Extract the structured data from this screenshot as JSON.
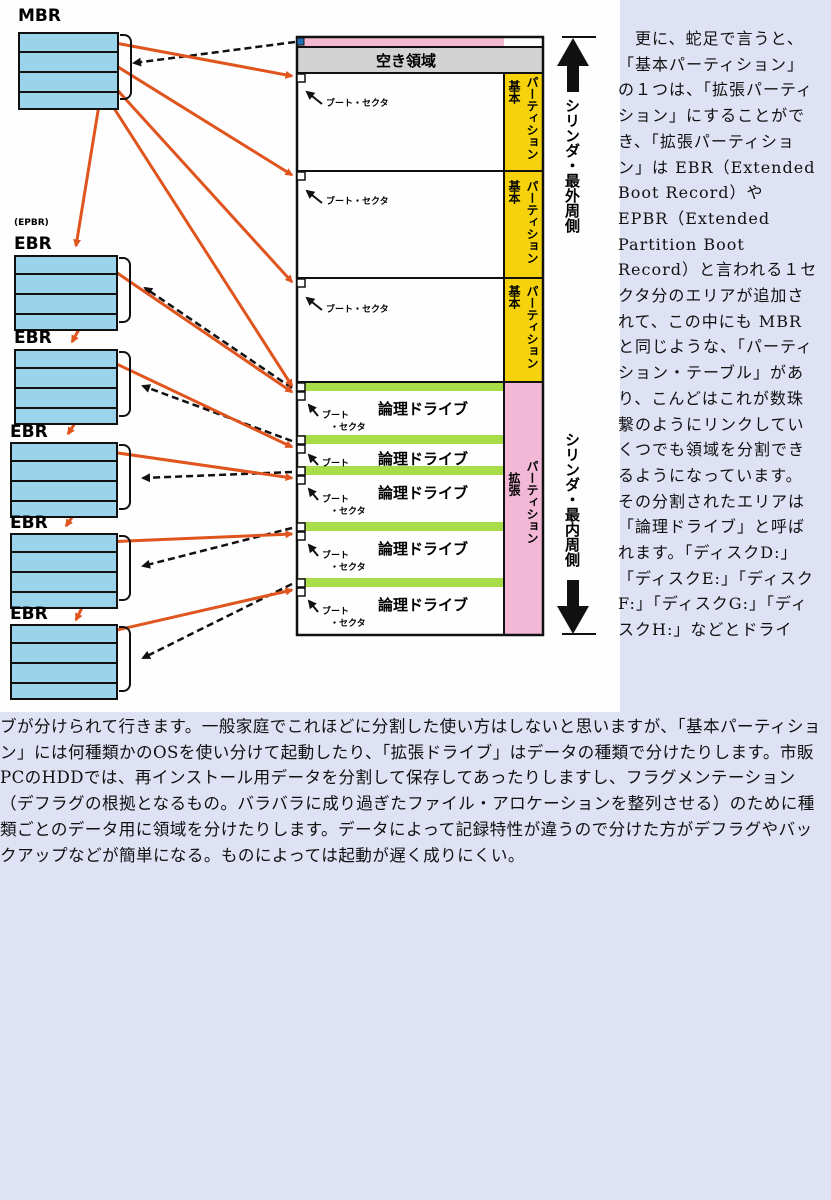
{
  "diagram": {
    "mbr_label": "MBR",
    "epbr_label": "(EPBR)",
    "ebr_label": "EBR",
    "free_space": "空き領域",
    "boot_sector": "ブート・セクタ",
    "boot_sector_l1": "ブート",
    "boot_sector_l2": "・セクタ",
    "logical_drive": "論理ドライブ",
    "basic_1": "基本",
    "basic_2": "パーティション",
    "extended_1": "拡張",
    "extended_2": "パーティション",
    "cylinder_outer": "シリンダ・最外周側",
    "cylinder_inner": "シリンダ・最内周側",
    "colors": {
      "record": "#9bd3ea",
      "arrow": "#e0541e",
      "basic": "#f5d20c",
      "extended": "#f2b8d6",
      "logical_bar": "#a8dc49",
      "free": "#d3d3d3"
    }
  },
  "article": {
    "side_paragraph": "　更に、蛇足で言うと、「基本パーティション」の１つは、「拡張パーティション」にすることができ、「拡張パーティション」は EBR（Extended Boot Record）や EPBR（Extended Partition Boot Record）と言われる１セクタ分のエリアが追加されて、この中にも MBR と同じような、「パーティション・テーブル」があり、こんどはこれが数珠繋のようにリンクしていくつでも領域を分割できるようになっています。その分割されたエリアは「論理ドライブ」と呼ばれます。「ディスクD:」「ディスクE:」「ディスクF:」「ディスクG:」「ディスクH:」などとドライ",
    "bottom_paragraph": "ブが分けられて行きます。一般家庭でこれほどに分割した使い方はしないと思いますが、「基本パーティション」には何種類かのOSを使い分けて起動したり、「拡張ドライブ」はデータの種類で分けたりします。市販PCのHDDでは、再インストール用データを分割して保存してあったりしますし、フラグメンテーション（デフラグの根拠となるもの。バラバラに成り過ぎたファイル・アロケーションを整列させる）のために種類ごとのデータ用に領域を分けたりします。データによって記録特性が違うので分けた方がデフラグやバックアップなどが簡単になる。ものによっては起動が遅く成りにくい。"
  }
}
